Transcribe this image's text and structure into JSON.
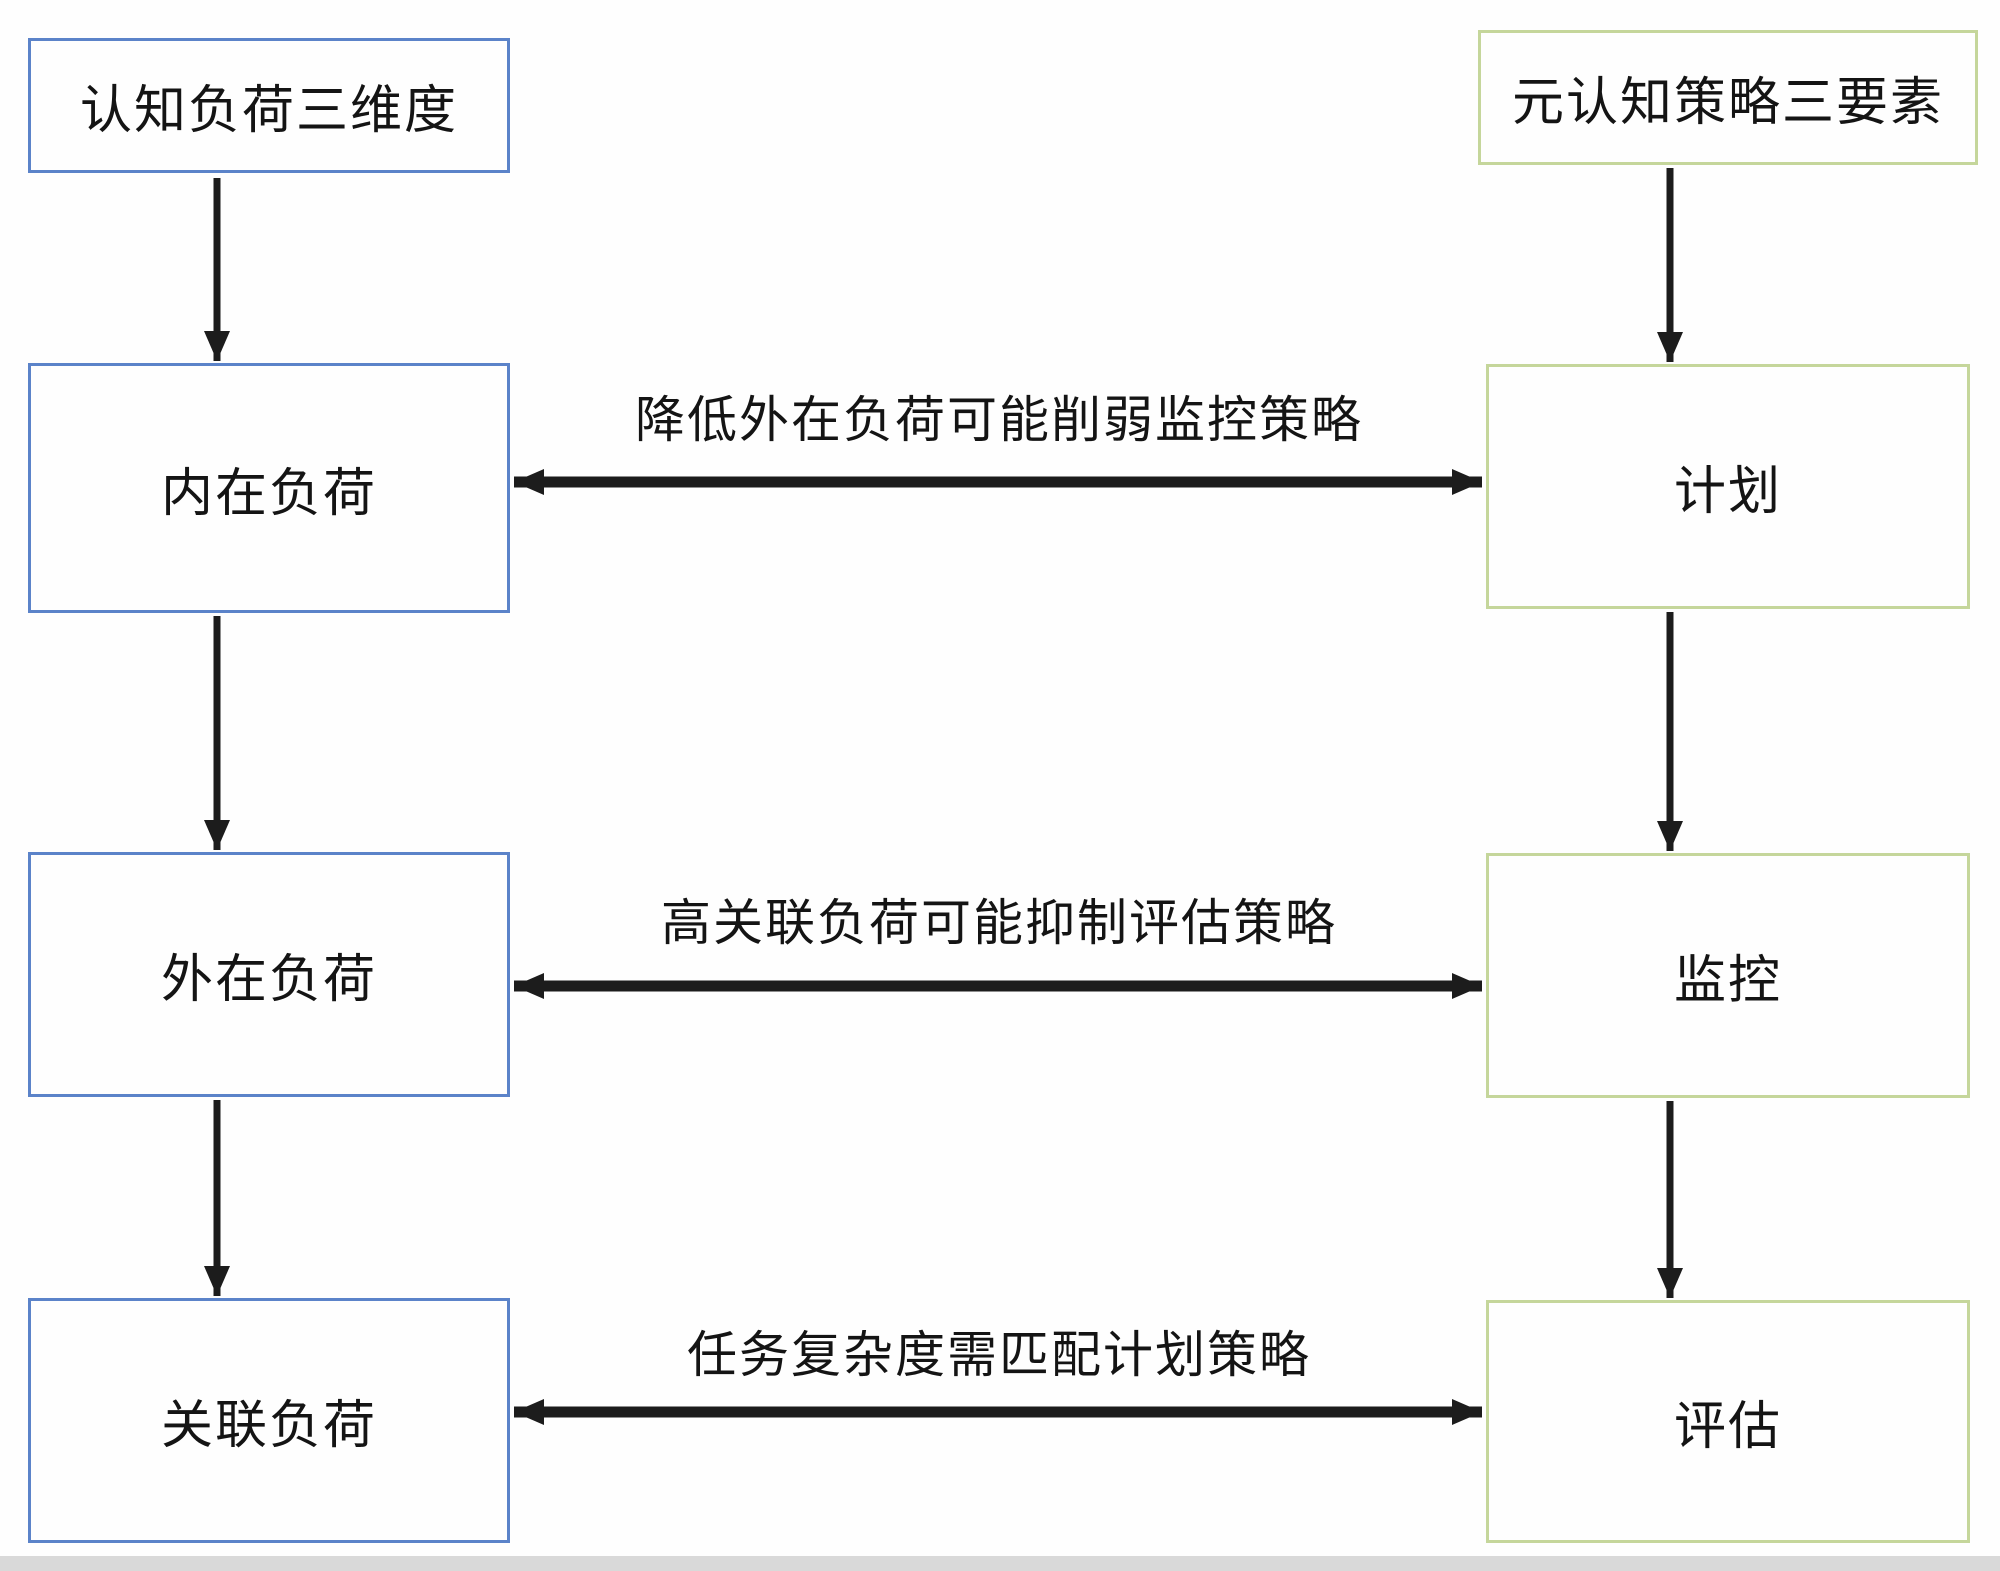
{
  "diagram": {
    "left_column": {
      "header": "认知负荷三维度",
      "items": [
        "内在负荷",
        "外在负荷",
        "关联负荷"
      ]
    },
    "right_column": {
      "header": "元认知策略三要素",
      "items": [
        "计划",
        "监控",
        "评估"
      ]
    },
    "relations": [
      "降低外在负荷可能削弱监控策略",
      "高关联负荷可能抑制评估策略",
      "任务复杂度需匹配计划策略"
    ],
    "colors": {
      "left_box_border": "#5b83c9",
      "right_box_border": "#c5d69b",
      "arrow": "#1c1c1c",
      "text": "#141414",
      "footer_strip": "#d9d9d9",
      "background": "#fefefe"
    }
  }
}
